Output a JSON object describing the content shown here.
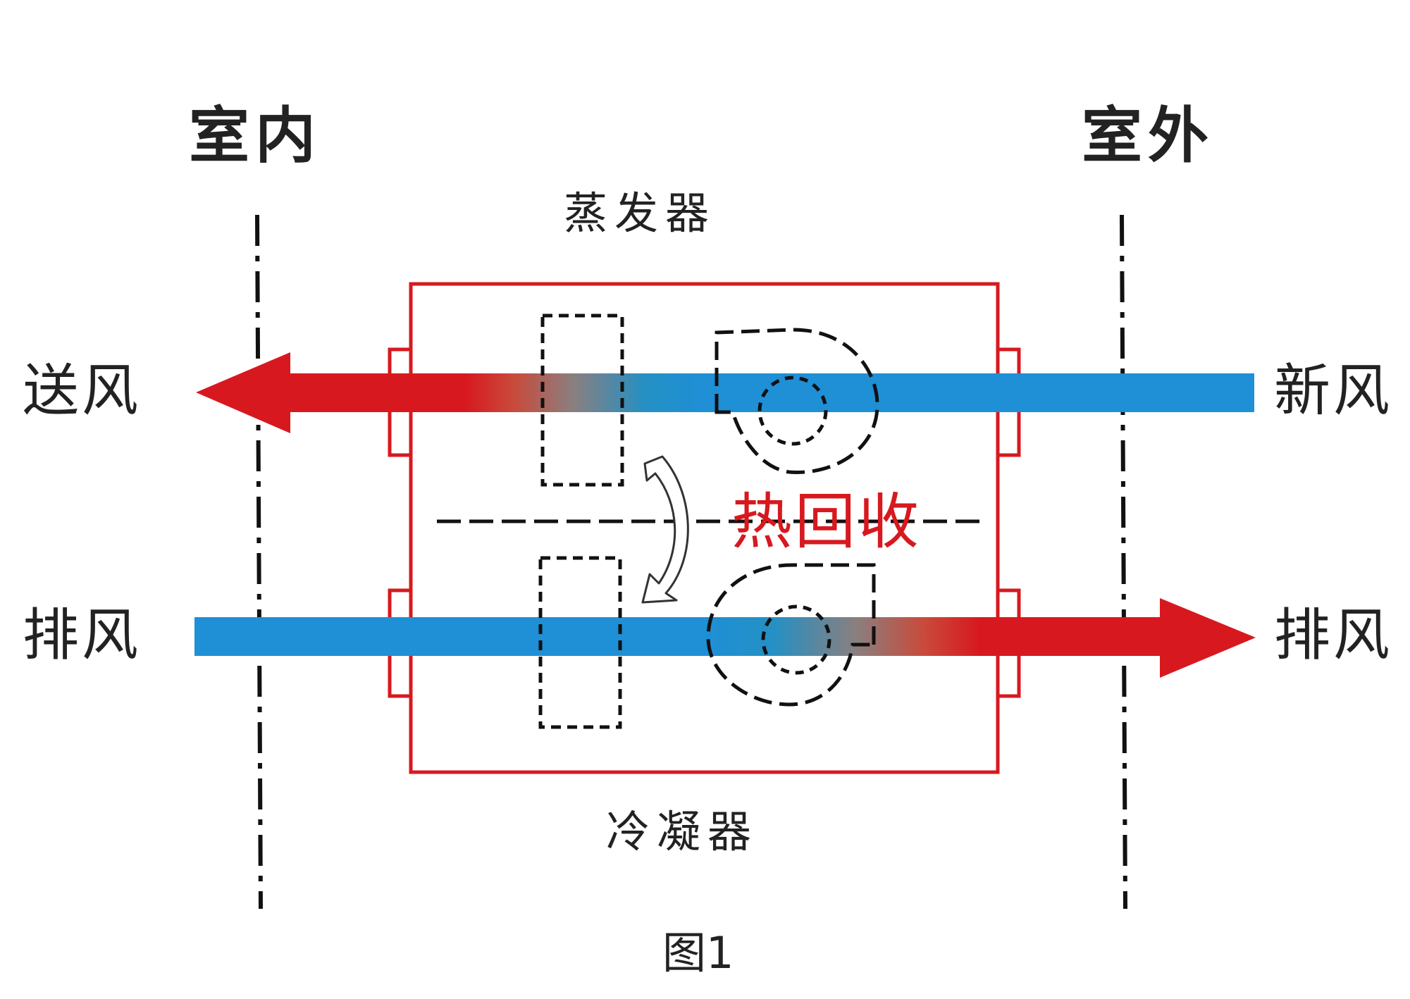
{
  "labels": {
    "indoor": "室内",
    "outdoor": "室外",
    "evaporator": "蒸发器",
    "condenser": "冷凝器",
    "supply_air": "送风",
    "fresh_air": "新风",
    "exhaust_left": "排风",
    "exhaust_right": "排风",
    "heat_recovery": "热回收",
    "caption": "图1"
  },
  "colors": {
    "hot": "#d7191f",
    "cold": "#1f8fd6",
    "frame": "#d7191f",
    "line": "#111111"
  }
}
